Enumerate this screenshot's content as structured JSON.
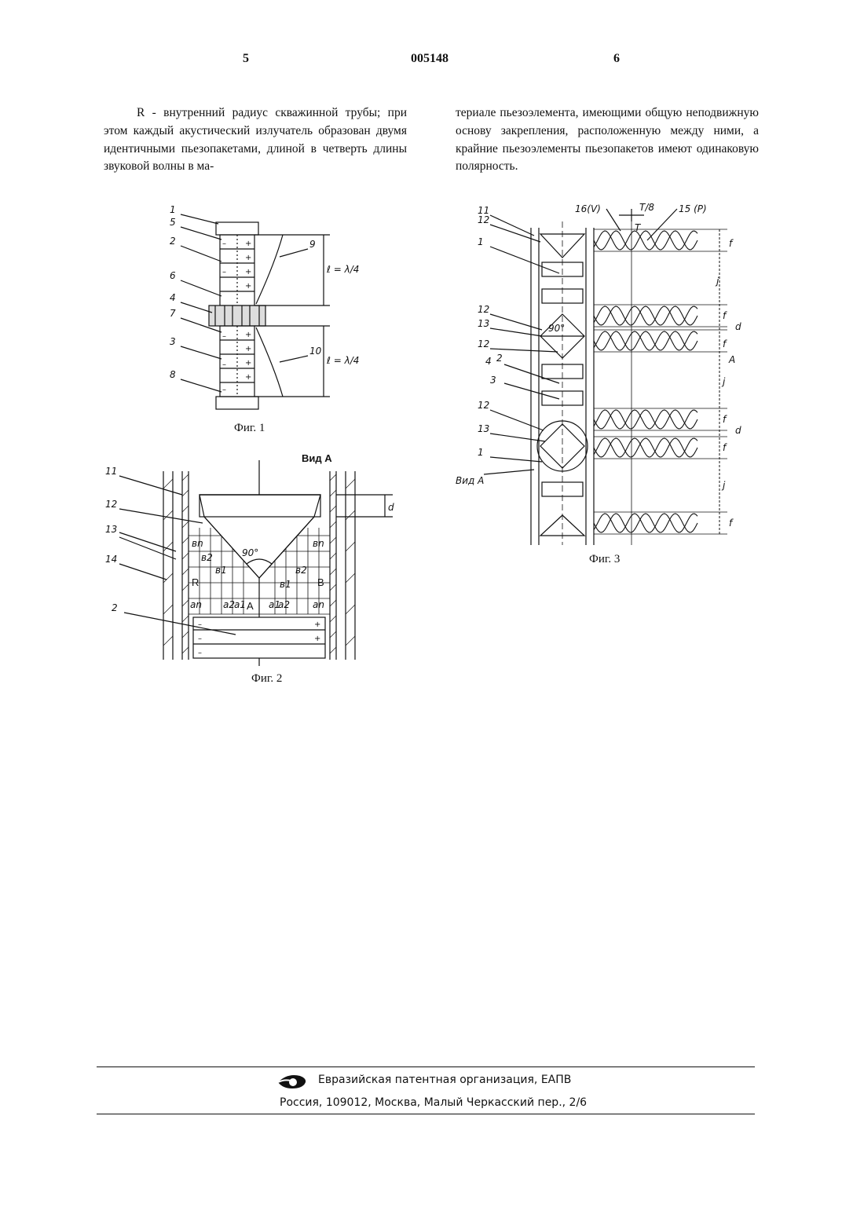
{
  "header": {
    "page_left": "5",
    "doc_number": "005148",
    "page_right": "6"
  },
  "text": {
    "left_column": "R - внутренний радиус скважинной трубы; при этом каждый акустический излучатель образован двумя идентичными пьезопакетами, длиной в четверть длины звуковой волны в ма-",
    "right_column": "териале пьезоэлемента, имеющими общую неподвижную основу закрепления, расположенную между ними, а крайние пьезоэлементы пьезопакетов имеют одинаковую полярность."
  },
  "figures": {
    "fig1": {
      "caption": "Фиг. 1",
      "labels": [
        "1",
        "5",
        "2",
        "6",
        "4",
        "7",
        "3",
        "8",
        "9",
        "10"
      ],
      "dim_upper": "ℓ = λ/4",
      "dim_lower": "ℓ = λ/4"
    },
    "fig2": {
      "caption": "Фиг. 2",
      "title": "Вид А",
      "labels": [
        "11",
        "12",
        "13",
        "14",
        "2"
      ],
      "dim": "d",
      "angle": "90°",
      "points": [
        "R",
        "A",
        "B"
      ],
      "b_labels": [
        "вn",
        "в2",
        "в1",
        "в1",
        "в2",
        "вn"
      ],
      "a_labels": [
        "an",
        "a2",
        "a1",
        "a1",
        "a2",
        "an"
      ]
    },
    "fig3": {
      "caption": "Фиг. 3",
      "view_label": "Вид А",
      "labels": [
        "11",
        "12",
        "1",
        "12",
        "13",
        "12",
        "4",
        "2",
        "3",
        "12",
        "13",
        "1"
      ],
      "wave_labels": [
        "16(V)",
        "T/8",
        "15 (P)",
        "T"
      ],
      "right_dims": [
        "f",
        "j",
        "f",
        "d",
        "f",
        "A",
        "j",
        "f",
        "d",
        "f",
        "j",
        "f"
      ],
      "angle": "90°"
    }
  },
  "footer": {
    "organization": "Евразийская патентная организация, ЕАПВ",
    "address": "Россия, 109012, Москва, Малый Черкасский пер., 2/6"
  }
}
